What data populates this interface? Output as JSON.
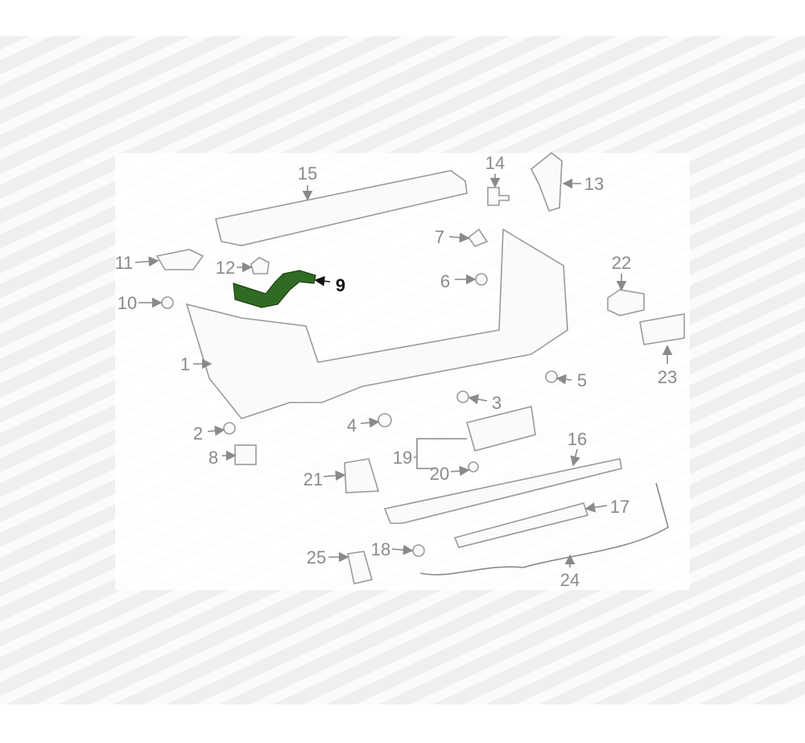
{
  "diagram": {
    "highlight_color": "#2f6b22",
    "highlighted_part": "9",
    "callouts": [
      "15",
      "14",
      "13",
      "7",
      "11",
      "12",
      "9",
      "6",
      "22",
      "10",
      "1",
      "5",
      "23",
      "3",
      "2",
      "4",
      "8",
      "19",
      "20",
      "16",
      "21",
      "17",
      "25",
      "18",
      "24"
    ]
  }
}
